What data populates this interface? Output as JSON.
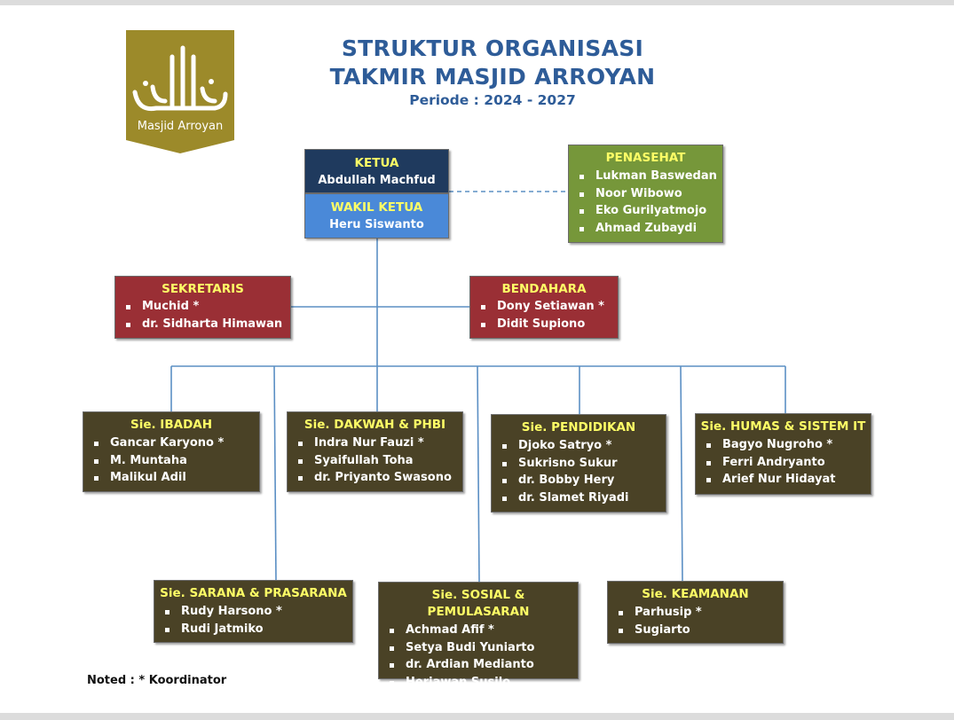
{
  "logo": {
    "caption": "Masjid Arroyan",
    "color": "#9c8a2a"
  },
  "header": {
    "title_line1": "STRUKTUR ORGANISASI",
    "title_line2": "TAKMIR MASJID ARROYAN",
    "period": "Periode  : 2024 - 2027",
    "color": "#2e5c98"
  },
  "ketua": {
    "title": "KETUA",
    "name": "Abdullah Machfud"
  },
  "wakil_ketua": {
    "title": "WAKIL KETUA",
    "name": "Heru Siswanto"
  },
  "penasehat": {
    "title": "PENASEHAT",
    "members": [
      "Lukman Baswedan",
      "Noor Wibowo",
      "Eko Gurilyatmojo",
      "Ahmad Zubaydi"
    ]
  },
  "sekretaris": {
    "title": "SEKRETARIS",
    "members": [
      "Muchid *",
      "dr. Sidharta Himawan"
    ]
  },
  "bendahara": {
    "title": "BENDAHARA",
    "members": [
      "Dony Setiawan *",
      "Didit Supiono"
    ]
  },
  "sections": {
    "ibadah": {
      "title": "Sie. IBADAH",
      "members": [
        "Gancar Karyono *",
        "M. Muntaha",
        "Malikul Adil"
      ]
    },
    "dakwah": {
      "title": "Sie. DAKWAH & PHBI",
      "members": [
        "Indra Nur Fauzi *",
        "Syaifullah Toha",
        "dr. Priyanto Swasono"
      ]
    },
    "pendidikan": {
      "title": "Sie. PENDIDIKAN",
      "members": [
        "Djoko Satryo *",
        "Sukrisno Sukur",
        "dr. Bobby Hery",
        "dr. Slamet Riyadi"
      ]
    },
    "humas": {
      "title": "Sie. HUMAS & SISTEM IT",
      "members": [
        "Bagyo Nugroho *",
        "Ferri Andryanto",
        "Arief Nur Hidayat"
      ]
    },
    "sarana": {
      "title": "Sie. SARANA & PRASARANA",
      "members": [
        "Rudy Harsono *",
        "Rudi Jatmiko"
      ]
    },
    "sosial": {
      "title": "Sie. SOSIAL & PEMULASARAN",
      "members": [
        "Achmad Afif *",
        "Setya Budi Yuniarto",
        "dr. Ardian Medianto",
        "Heriawan Susilo"
      ]
    },
    "keamanan": {
      "title": "Sie. KEAMANAN",
      "members": [
        "Parhusip *",
        "Sugiarto"
      ]
    }
  },
  "note": "Noted : * Koordinator",
  "colors": {
    "ketua": "#1f3a5e",
    "wakil": "#4a89d8",
    "penasehat": "#76973a",
    "red_box": "#9a2f35",
    "section_box": "#4a4226",
    "box_title": "#ffff66",
    "connector": "#5b8fc4"
  }
}
